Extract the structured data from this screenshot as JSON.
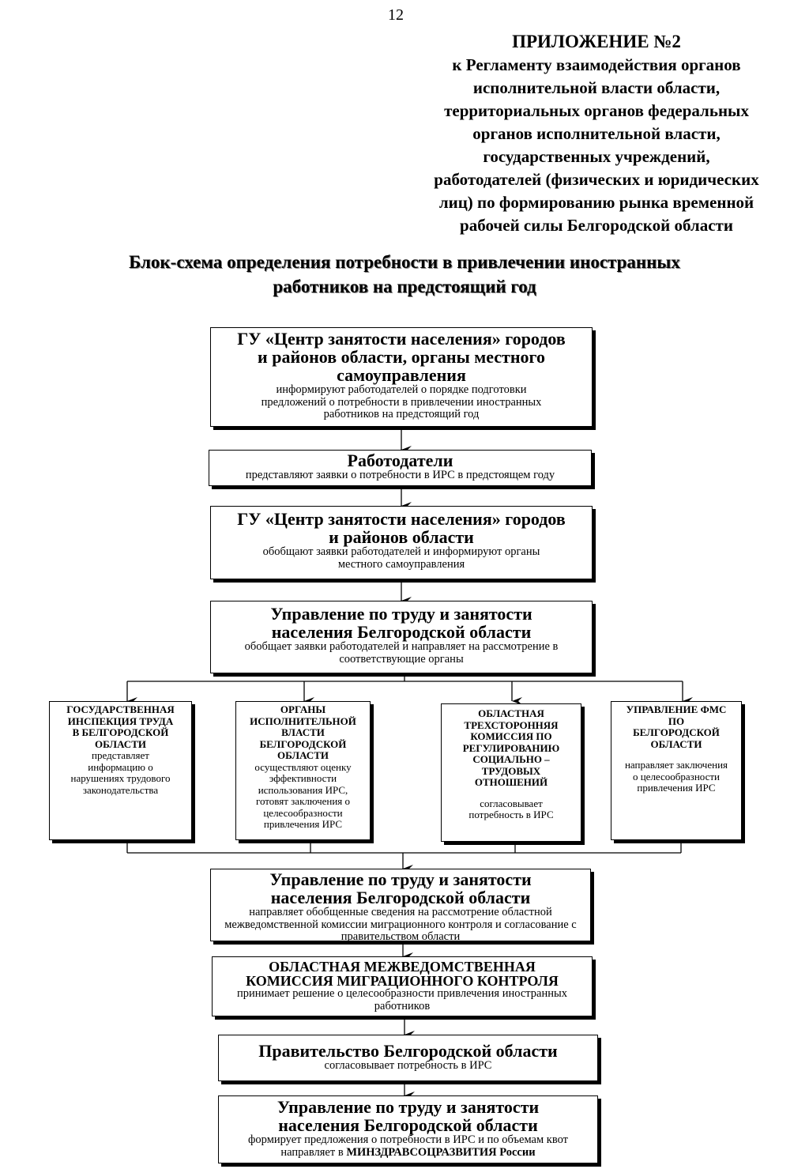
{
  "page_number": "12",
  "appendix": {
    "title": "ПРИЛОЖЕНИЕ №2",
    "lines": [
      "к Регламенту взаимодействия органов",
      "исполнительной власти области,",
      "территориальных органов федеральных",
      "органов исполнительной власти,",
      "государственных учреждений,",
      "работодателей (физических и юридических",
      "лиц) по формированию рынка временной",
      "рабочей силы Белгородской области"
    ]
  },
  "main_title": {
    "line1": "Блок-схема определения потребности в привлечении иностранных",
    "line2": "работников на предстоящий год"
  },
  "boxes": [
    {
      "title_lines": [
        "ГУ «Центр занятости населения» городов",
        "и районов области, органы местного",
        "самоуправления"
      ],
      "desc_lines": [
        "информируют работодателей о порядке подготовки",
        "предложений о потребности в привлечении иностранных",
        "работников на предстоящий год"
      ]
    },
    {
      "title_lines": [
        "Работодатели"
      ],
      "desc_lines": [
        "представляют заявки о потребности в ИРС в предстоящем году"
      ]
    },
    {
      "title_lines": [
        "ГУ «Центр занятости населения» городов",
        "и районов области"
      ],
      "desc_lines": [
        "обобщают заявки работодателей и информируют органы",
        "местного самоуправления"
      ]
    },
    {
      "title_lines": [
        "Управление по труду и занятости",
        "населения Белгородской области"
      ],
      "desc_lines": [
        "обобщает заявки работодателей и направляет на рассмотрение в",
        "соответствующие органы"
      ]
    },
    {
      "title_lines": [
        "Управление по труду и занятости",
        "населения Белгородской области"
      ],
      "desc_lines": [
        "направляет обобщенные сведения на рассмотрение областной",
        "межведомственной комиссии миграционного контроля и согласование с",
        "правительством области"
      ]
    },
    {
      "title_lines": [
        "ОБЛАСТНАЯ МЕЖВЕДОМСТВЕННАЯ",
        "КОМИССИЯ МИГРАЦИОННОГО КОНТРОЛЯ"
      ],
      "desc_lines": [
        "принимает решение о целесообразности привлечения иностранных",
        "работников"
      ]
    },
    {
      "title_lines": [
        "Правительство Белгородской области"
      ],
      "desc_lines": [
        "согласовывает  потребность в ИРС"
      ]
    },
    {
      "title_lines": [
        "Управление по труду и занятости",
        "населения Белгородской области"
      ],
      "desc_lines": [
        "формирует предложения о потребности в ИРС и по объемам квот",
        "направляет в "
      ],
      "desc_bold_suffix": "МИНЗДРАВСОЦРАЗВИТИЯ России"
    }
  ],
  "branch_boxes": [
    {
      "title_lines": [
        "ГОСУДАРСТВЕННАЯ",
        "ИНСПЕКЦИЯ ТРУДА",
        "В БЕЛГОРОДСКОЙ",
        "ОБЛАСТИ"
      ],
      "desc_lines": [
        "представляет",
        "информацию о",
        "нарушениях трудового",
        "законодательства"
      ]
    },
    {
      "title_lines": [
        "ОРГАНЫ",
        "ИСПОЛНИТЕЛЬНОЙ",
        "ВЛАСТИ",
        "БЕЛГОРОДСКОЙ",
        "ОБЛАСТИ"
      ],
      "desc_lines": [
        "осуществляют оценку",
        "эффективности",
        "использования ИРС,",
        "готовят   заключения о",
        "целесообразности",
        "привлечения ИРС"
      ]
    },
    {
      "title_lines": [
        "ОБЛАСТНАЯ",
        "ТРЕХСТОРОННЯЯ",
        "КОМИССИЯ ПО",
        "РЕГУЛИРОВАНИЮ",
        "СОЦИАЛЬНО –",
        "ТРУДОВЫХ",
        "ОТНОШЕНИЙ"
      ],
      "desc_lines": [
        "согласовывает",
        "потребность в ИРС"
      ]
    },
    {
      "title_lines": [
        "УПРАВЛЕНИЕ ФМС",
        "ПО",
        "БЕЛГОРОДСКОЙ",
        "ОБЛАСТИ"
      ],
      "desc_lines": [
        "направляет заключения",
        "о целесообразности",
        "привлечения ИРС"
      ]
    }
  ]
}
